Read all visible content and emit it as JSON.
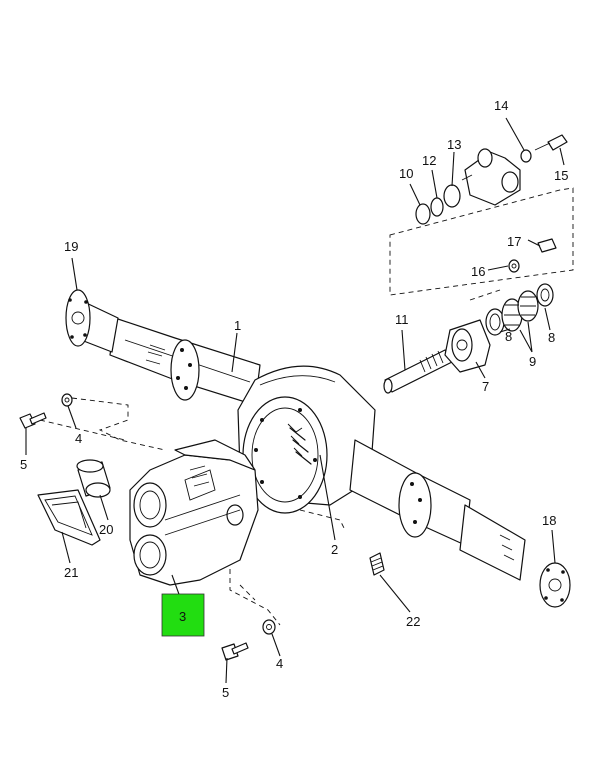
{
  "highlight_color": "#22dd11",
  "callouts": {
    "c1": "1",
    "c2": "2",
    "c3": "3",
    "c4a": "4",
    "c4b": "4",
    "c5a": "5",
    "c5b": "5",
    "c7": "7",
    "c8a": "8",
    "c8b": "8",
    "c9": "9",
    "c10": "10",
    "c11": "11",
    "c12": "12",
    "c13": "13",
    "c14": "14",
    "c15": "15",
    "c16": "16",
    "c17": "17",
    "c18": "18",
    "c19": "19",
    "c20": "20",
    "c21": "21",
    "c22": "22"
  }
}
